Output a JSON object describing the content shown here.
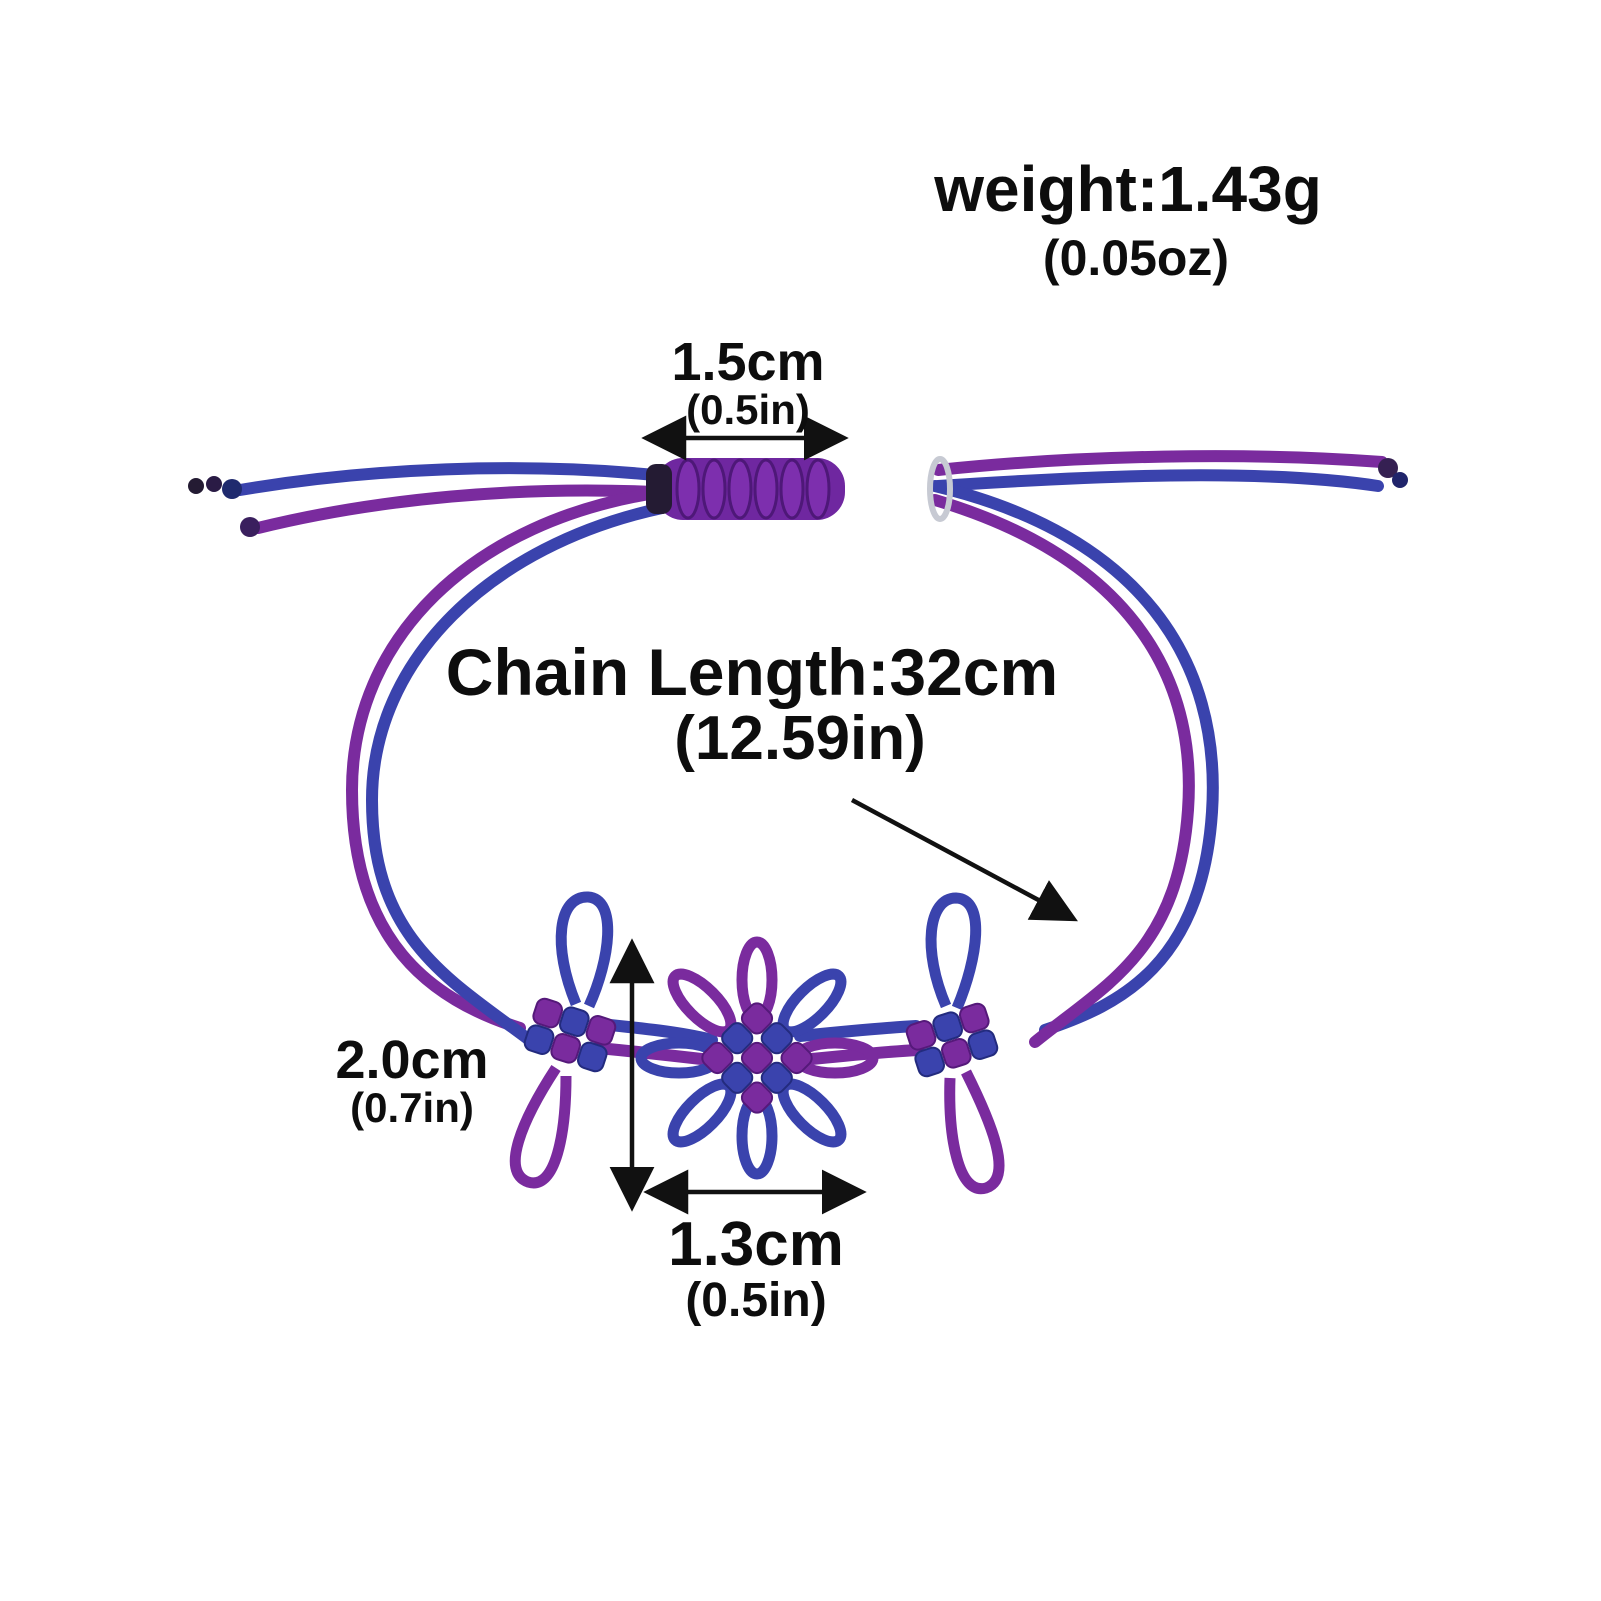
{
  "labels": {
    "weight": {
      "main": "weight:1.43g",
      "alt": "(0.05oz)"
    },
    "slider_width": {
      "main": "1.5cm",
      "alt": "(0.5in)"
    },
    "chain_length": {
      "main": "Chain Length:32cm",
      "alt": "(12.59in)"
    },
    "knot_height": {
      "main": "2.0cm",
      "alt": "(0.7in)"
    },
    "knot_width": {
      "main": "1.3cm",
      "alt": "(0.5in)"
    }
  },
  "colors": {
    "background": "#ffffff",
    "cord_purple": "#7a2b9e",
    "cord_blue": "#3a43ad",
    "annotation_black": "#111111",
    "silver_ring": "#c7cad3"
  }
}
